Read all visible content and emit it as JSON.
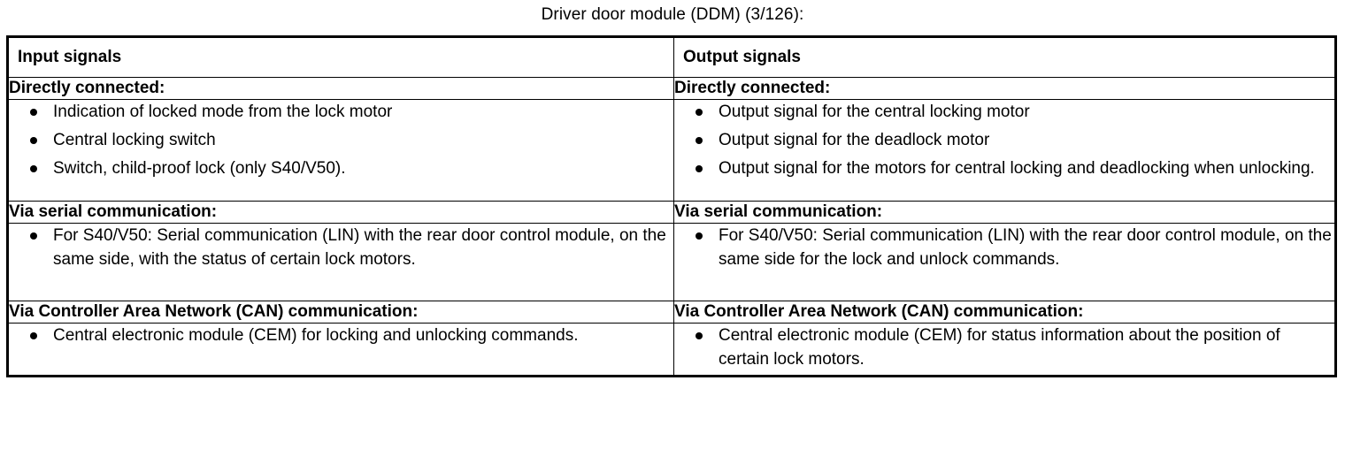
{
  "document": {
    "title": "Driver door module (DDM) (3/126):"
  },
  "table": {
    "columns": [
      {
        "header": "Input signals"
      },
      {
        "header": "Output signals"
      }
    ],
    "sections": [
      {
        "heading_left": "Directly connected:",
        "heading_right": "Directly connected:",
        "left_items": [
          "Indication of locked mode from the lock motor",
          "Central locking switch",
          "Switch, child-proof lock (only S40/V50)."
        ],
        "right_items": [
          "Output signal for the central locking motor",
          "Output signal for the deadlock motor",
          "Output signal for the motors for central locking and deadlocking when unlocking."
        ]
      },
      {
        "heading_left": "Via serial communication:",
        "heading_right": "Via serial communication:",
        "left_items": [
          "For S40/V50: Serial communication (LIN) with the rear door control module, on the same side, with the status of certain lock motors."
        ],
        "right_items": [
          "For S40/V50: Serial communication (LIN) with the rear door control module, on the same side for the lock and unlock commands."
        ]
      },
      {
        "heading_left": "Via Controller Area Network (CAN) communication:",
        "heading_right": "Via Controller Area Network (CAN) communication:",
        "left_items": [
          "Central electronic module (CEM) for locking and unlocking commands."
        ],
        "right_items": [
          "Central electronic module (CEM) for status information about the position of certain lock motors."
        ]
      }
    ]
  },
  "colors": {
    "text": "#000000",
    "background": "#ffffff",
    "border": "#000000"
  }
}
